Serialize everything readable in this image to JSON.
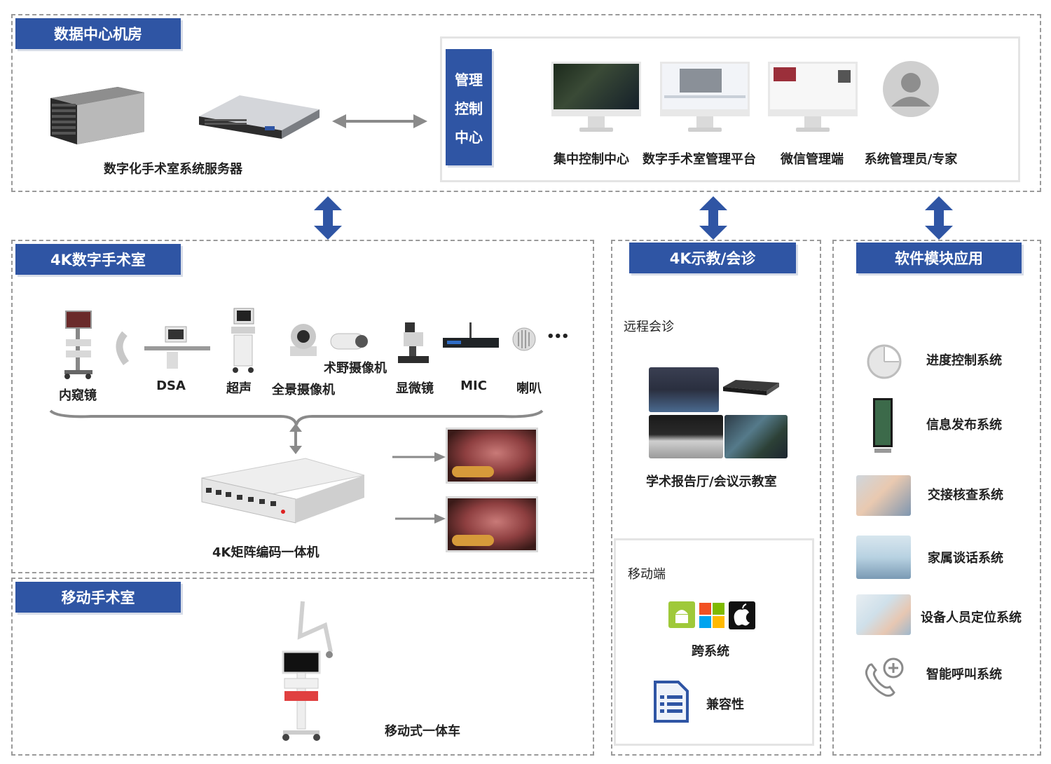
{
  "data_center": {
    "title": "数据中心机房",
    "server_label": "数字化手术室系统服务器",
    "control_center": {
      "title_lines": [
        "管理",
        "控制",
        "中心"
      ],
      "clients": [
        "集中控制中心",
        "数字手术室管理平台",
        "微信管理端",
        "系统管理员/专家"
      ]
    }
  },
  "or4k": {
    "title": "4K数字手术室",
    "devices": [
      "内窥镜",
      "DSA",
      "超声",
      "全景摄像机",
      "术野摄像机",
      "显微镜",
      "MIC",
      "喇叭"
    ],
    "more": "•••",
    "encoder_label": "4K矩阵编码一体机"
  },
  "mobile_or": {
    "title": "移动手术室",
    "cart_label": "移动式一体车"
  },
  "teaching": {
    "title": "4K示教/会诊",
    "remote_title": "远程会诊",
    "room_label": "学术报告厅/会议示教室",
    "mobile_title": "移动端",
    "cross_label": "跨系统",
    "compat_label": "兼容性"
  },
  "software": {
    "title": "软件模块应用",
    "items": [
      "进度控制系统",
      "信息发布系统",
      "交接核查系统",
      "家属谈话系统",
      "设备人员定位系统",
      "智能呼叫系统"
    ]
  },
  "colors": {
    "brand_blue": "#2f55a4",
    "dashed_border": "#9a9a9a",
    "arrow_gray": "#8a8a8a"
  }
}
